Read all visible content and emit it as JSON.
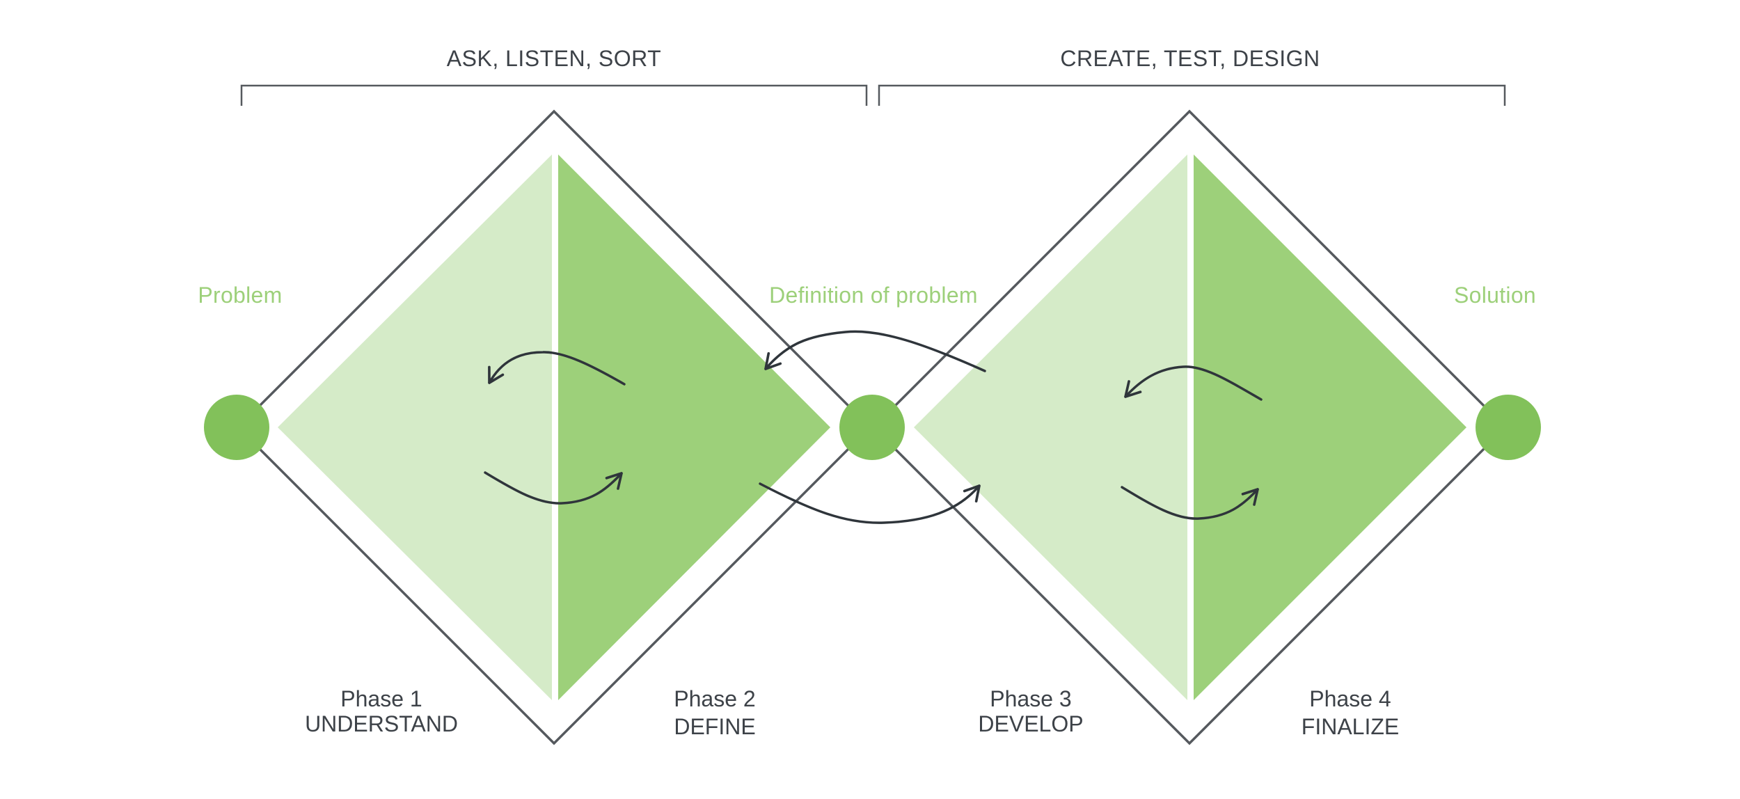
{
  "diagram": {
    "brackets": [
      {
        "label": "ASK, LISTEN, SORT"
      },
      {
        "label": "CREATE, TEST, DESIGN"
      }
    ],
    "states": [
      {
        "label": "Problem"
      },
      {
        "label": "Definition of problem"
      },
      {
        "label": "Solution"
      }
    ],
    "phases": [
      {
        "number": "Phase 1",
        "name": "UNDERSTAND"
      },
      {
        "number": "Phase 2",
        "name": "DEFINE"
      },
      {
        "number": "Phase 3",
        "name": "DEVELOP"
      },
      {
        "number": "Phase 4",
        "name": "FINALIZE"
      }
    ],
    "colors": {
      "diverge_fill": "#d5ebc8",
      "converge_fill": "#9dd07a",
      "node_fill": "#82c15a",
      "state_label": "#9dd07a",
      "outline": "#55595e",
      "text": "#3d4248",
      "arrow": "#2f353b"
    }
  }
}
